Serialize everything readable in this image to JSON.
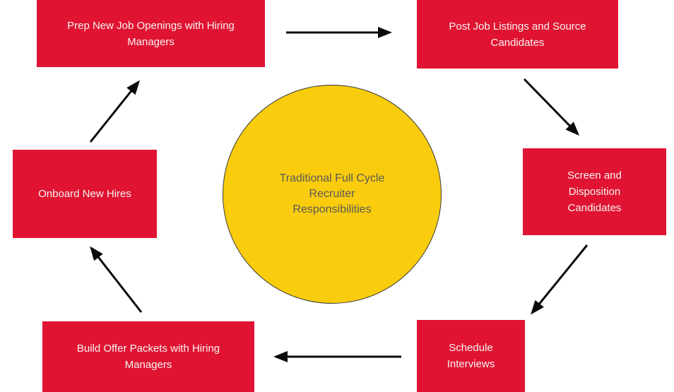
{
  "center": {
    "label": "Traditional Full Cycle\nRecruiter\nResponsibilities"
  },
  "nodes": {
    "prep": {
      "label": "Prep New Job Openings with Hiring\nManagers"
    },
    "post": {
      "label": "Post Job Listings and Source\nCandidates"
    },
    "screen": {
      "label": "Screen and\nDisposition\nCandidates"
    },
    "schedule": {
      "label": "Schedule\nInterviews"
    },
    "build": {
      "label": "Build Offer Packets with Hiring\nManagers"
    },
    "onboard": {
      "label": "Onboard New Hires"
    }
  },
  "flow": [
    {
      "from": "Prep New Job Openings with Hiring Managers",
      "to": "Post Job Listings and Source Candidates"
    },
    {
      "from": "Post Job Listings and Source Candidates",
      "to": "Screen and Disposition Candidates"
    },
    {
      "from": "Screen and Disposition Candidates",
      "to": "Schedule Interviews"
    },
    {
      "from": "Schedule Interviews",
      "to": "Build Offer Packets with Hiring Managers"
    },
    {
      "from": "Build Offer Packets with Hiring Managers",
      "to": "Onboard New Hires"
    },
    {
      "from": "Onboard New Hires",
      "to": "Prep New Job Openings with Hiring Managers"
    }
  ],
  "colors": {
    "background": "#FFFFFF",
    "box-red": "#E01432",
    "box-text": "#F7F2F2",
    "circle-yellow": "#F9CC0D",
    "circle-border": "#3A3A3A",
    "circle-text": "#595959",
    "arrow-black": "#0B0B0B"
  }
}
